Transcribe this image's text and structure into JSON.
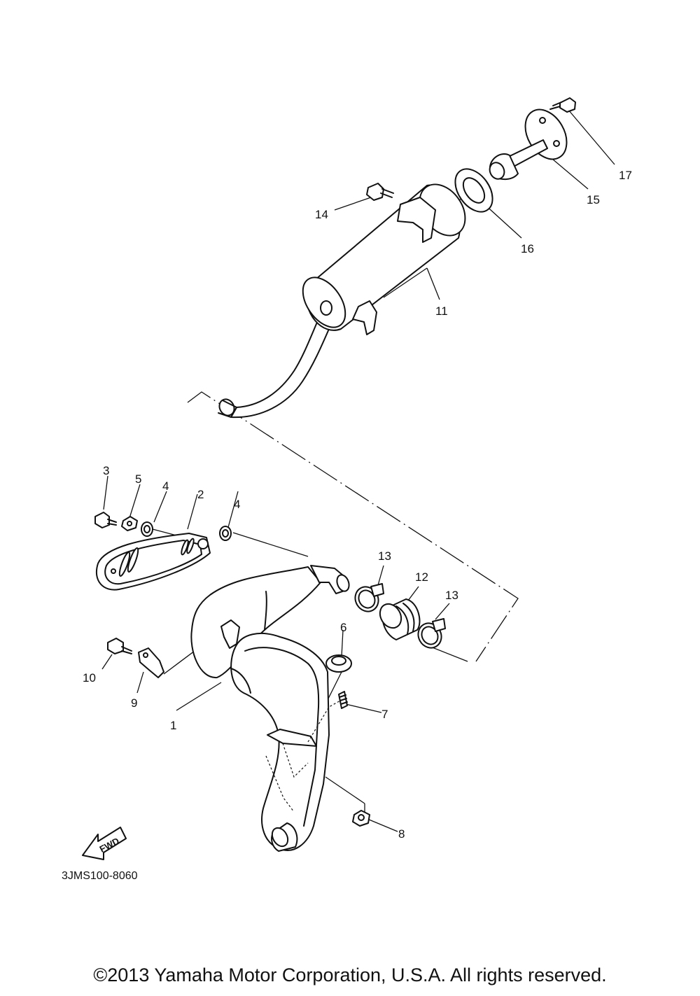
{
  "diagram": {
    "code": "3JMS100-8060",
    "fwd_label": "FWD",
    "callouts": [
      {
        "id": "1",
        "label": "1"
      },
      {
        "id": "2",
        "label": "2"
      },
      {
        "id": "3",
        "label": "3"
      },
      {
        "id": "4a",
        "label": "4"
      },
      {
        "id": "4b",
        "label": "4"
      },
      {
        "id": "5",
        "label": "5"
      },
      {
        "id": "6",
        "label": "6"
      },
      {
        "id": "7",
        "label": "7"
      },
      {
        "id": "8",
        "label": "8"
      },
      {
        "id": "9",
        "label": "9"
      },
      {
        "id": "10",
        "label": "10"
      },
      {
        "id": "11",
        "label": "11"
      },
      {
        "id": "12",
        "label": "12"
      },
      {
        "id": "13a",
        "label": "13"
      },
      {
        "id": "13b",
        "label": "13"
      },
      {
        "id": "14",
        "label": "14"
      },
      {
        "id": "15",
        "label": "15"
      },
      {
        "id": "16",
        "label": "16"
      },
      {
        "id": "17",
        "label": "17"
      }
    ]
  },
  "footer": {
    "copyright": "©2013 Yamaha Motor Corporation, U.S.A. All rights reserved."
  }
}
